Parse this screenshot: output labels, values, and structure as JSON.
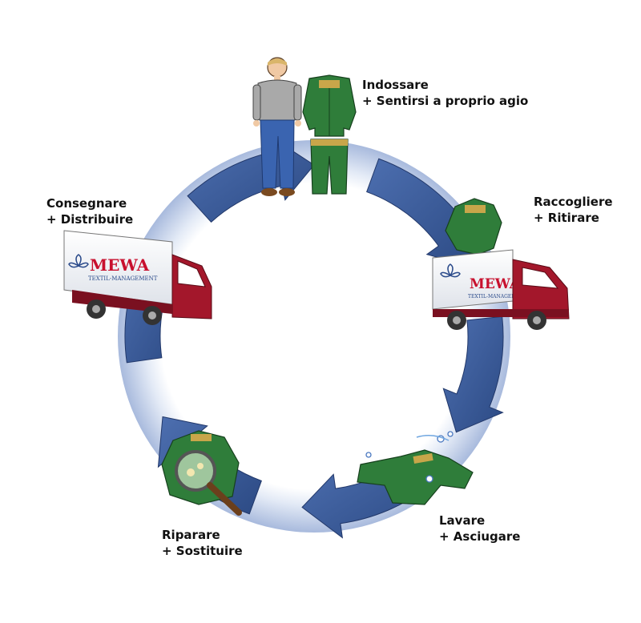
{
  "colors": {
    "arrow": "#3a5a99",
    "arrow_dark": "#2b467c",
    "ring_light": "#dde6f4",
    "ring_mid": "#aabcdf",
    "truck_red": "#a3172b",
    "truck_box": "#f7f7f9",
    "garment_green": "#2f7d3a",
    "garment_dark": "#1e5527",
    "logo_blue": "#2a4a8a",
    "logo_red": "#c8102e"
  },
  "steps": [
    {
      "id": "indossare",
      "line1": "Indossare",
      "line2": "+ Sentirsi a proprio agio",
      "icon": "person-with-workwear-icon"
    },
    {
      "id": "raccogliere",
      "line1": "Raccogliere",
      "line2": "+ Ritirare",
      "icon": "pickup-truck-icon"
    },
    {
      "id": "lavare",
      "line1": "Lavare",
      "line2": "+ Asciugare",
      "icon": "washing-garment-icon"
    },
    {
      "id": "riparare",
      "line1": "Riparare",
      "line2": "+ Sostituire",
      "icon": "magnifier-inspection-icon"
    },
    {
      "id": "consegnare",
      "line1": "Consegnare",
      "line2": "+ Distribuire",
      "icon": "delivery-truck-icon"
    }
  ],
  "truck_logo": {
    "brand": "MEWA",
    "tagline": "TEXTIL-MANAGEMENT"
  }
}
